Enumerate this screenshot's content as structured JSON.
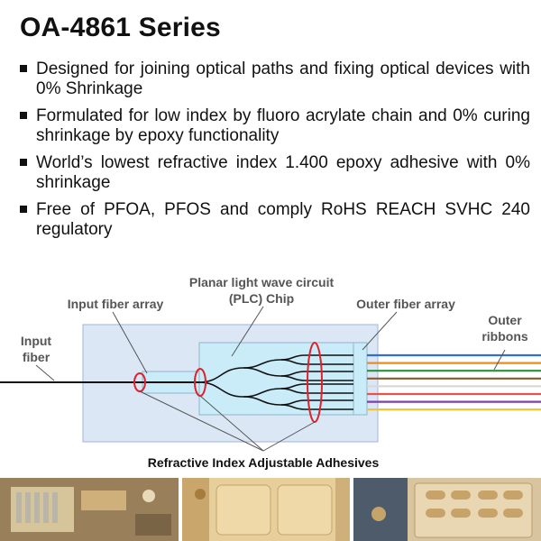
{
  "title": "OA-4861 Series",
  "bullets": [
    "Designed for joining optical paths and fixing optical devices with 0% Shrinkage",
    "Formulated for low index by fluoro acrylate chain and 0% curing shrinkage by epoxy functionality",
    "World’s lowest refractive index 1.400 epoxy adhesive with 0% shrinkage",
    "Free of PFOA, PFOS and comply RoHS REACH SVHC 240 regulatory"
  ],
  "diagram": {
    "labels": {
      "input_fiber_line1": "Input",
      "input_fiber_line2": "fiber",
      "input_fiber_array": "Input fiber array",
      "plc_line1": "Planar light wave circuit",
      "plc_line2": "(PLC) Chip",
      "outer_fiber_array": "Outer fiber array",
      "outer_ribbons_line1": "Outer",
      "outer_ribbons_line2": "ribbons",
      "adhesives": "Refractive Index Adjustable Adhesives"
    },
    "ribbon_colors": [
      "#2e6fd0",
      "#f08a1c",
      "#2f8f3a",
      "#8b5a2b",
      "#d9d9d9",
      "#e6534a",
      "#7a3fb2",
      "#f2c12e"
    ],
    "label_color": "#555555",
    "highlight_color": "#e0202a"
  },
  "photos": {
    "description_colors": [
      "#b8a27a",
      "#e2c98f",
      "#d8c29a"
    ]
  }
}
